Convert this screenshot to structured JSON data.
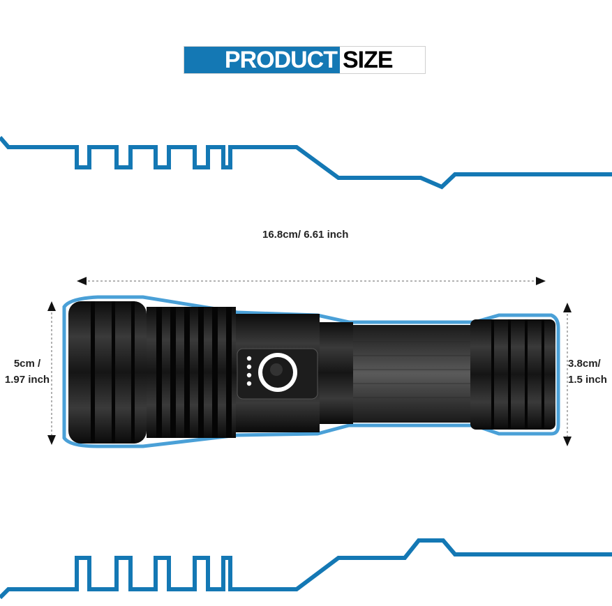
{
  "header": {
    "title_part1": "PRODUCT",
    "title_part2": "SIZE",
    "accent_color": "#1478b4"
  },
  "dimensions": {
    "length": "16.8cm/ 6.61 inch",
    "head_diameter_line1": "5cm /",
    "head_diameter_line2": "1.97 inch",
    "tail_diameter_line1": "3.8cm/",
    "tail_diameter_line2": "1.5 inch"
  },
  "product": {
    "indicator_dots": 4,
    "body_color": "#111111",
    "glow_color": "#2a8fd0"
  }
}
